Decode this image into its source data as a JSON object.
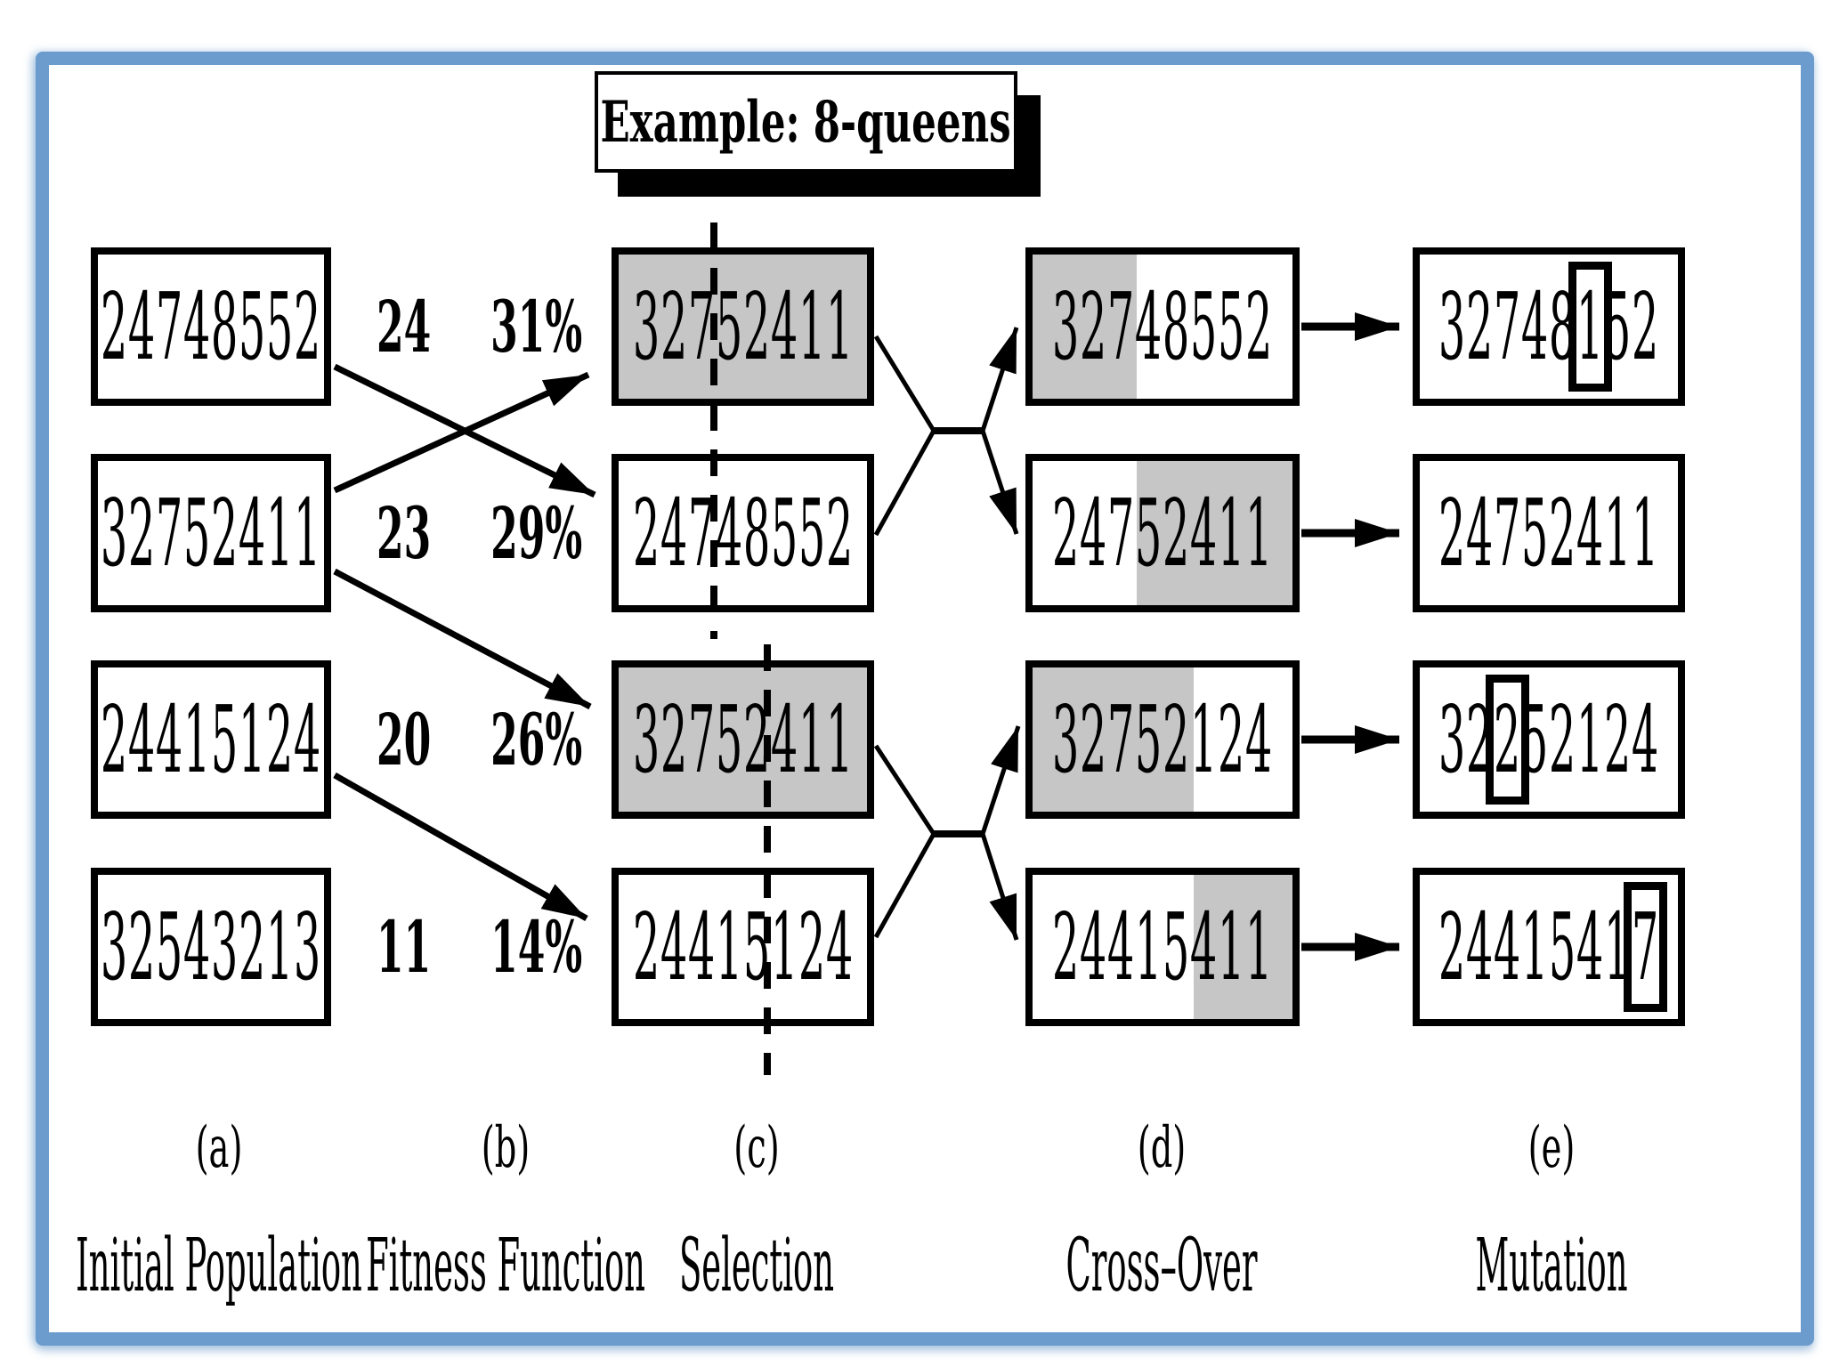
{
  "title": "Example: 8-queens",
  "columns": [
    {
      "tag": "(a)",
      "label": "Initial Population"
    },
    {
      "tag": "(b)",
      "label": "Fitness Function"
    },
    {
      "tag": "(c)",
      "label": "Selection"
    },
    {
      "tag": "(d)",
      "label": "Cross–Over"
    },
    {
      "tag": "(e)",
      "label": "Mutation"
    }
  ],
  "initial_population": [
    "24748552",
    "32752411",
    "24415124",
    "32543213"
  ],
  "fitness": [
    {
      "value": "24",
      "percent": "31%"
    },
    {
      "value": "23",
      "percent": "29%"
    },
    {
      "value": "20",
      "percent": "26%"
    },
    {
      "value": "11",
      "percent": "14%"
    }
  ],
  "selection": [
    {
      "value": "32752411",
      "shaded": true
    },
    {
      "value": "24748552",
      "shaded": false
    },
    {
      "value": "32752411",
      "shaded": true
    },
    {
      "value": "24415124",
      "shaded": false
    }
  ],
  "crossover": [
    {
      "value": "32748552",
      "gray_side": "left",
      "gray_width": "40%"
    },
    {
      "value": "24752411",
      "gray_side": "right",
      "gray_width": "60%"
    },
    {
      "value": "32752124",
      "gray_side": "left",
      "gray_width": "62%"
    },
    {
      "value": "24415411",
      "gray_side": "right",
      "gray_width": "38%"
    }
  ],
  "mutation": [
    {
      "value": "32748152",
      "highlight_index": 5
    },
    {
      "value": "24752411",
      "highlight_index": null
    },
    {
      "value": "32252124",
      "highlight_index": 2
    },
    {
      "value": "24415417",
      "highlight_index": 7
    }
  ],
  "colors": {
    "frame_blue": "#6b9ccd",
    "shade_gray": "#c6c6c6",
    "ink": "#000000"
  }
}
